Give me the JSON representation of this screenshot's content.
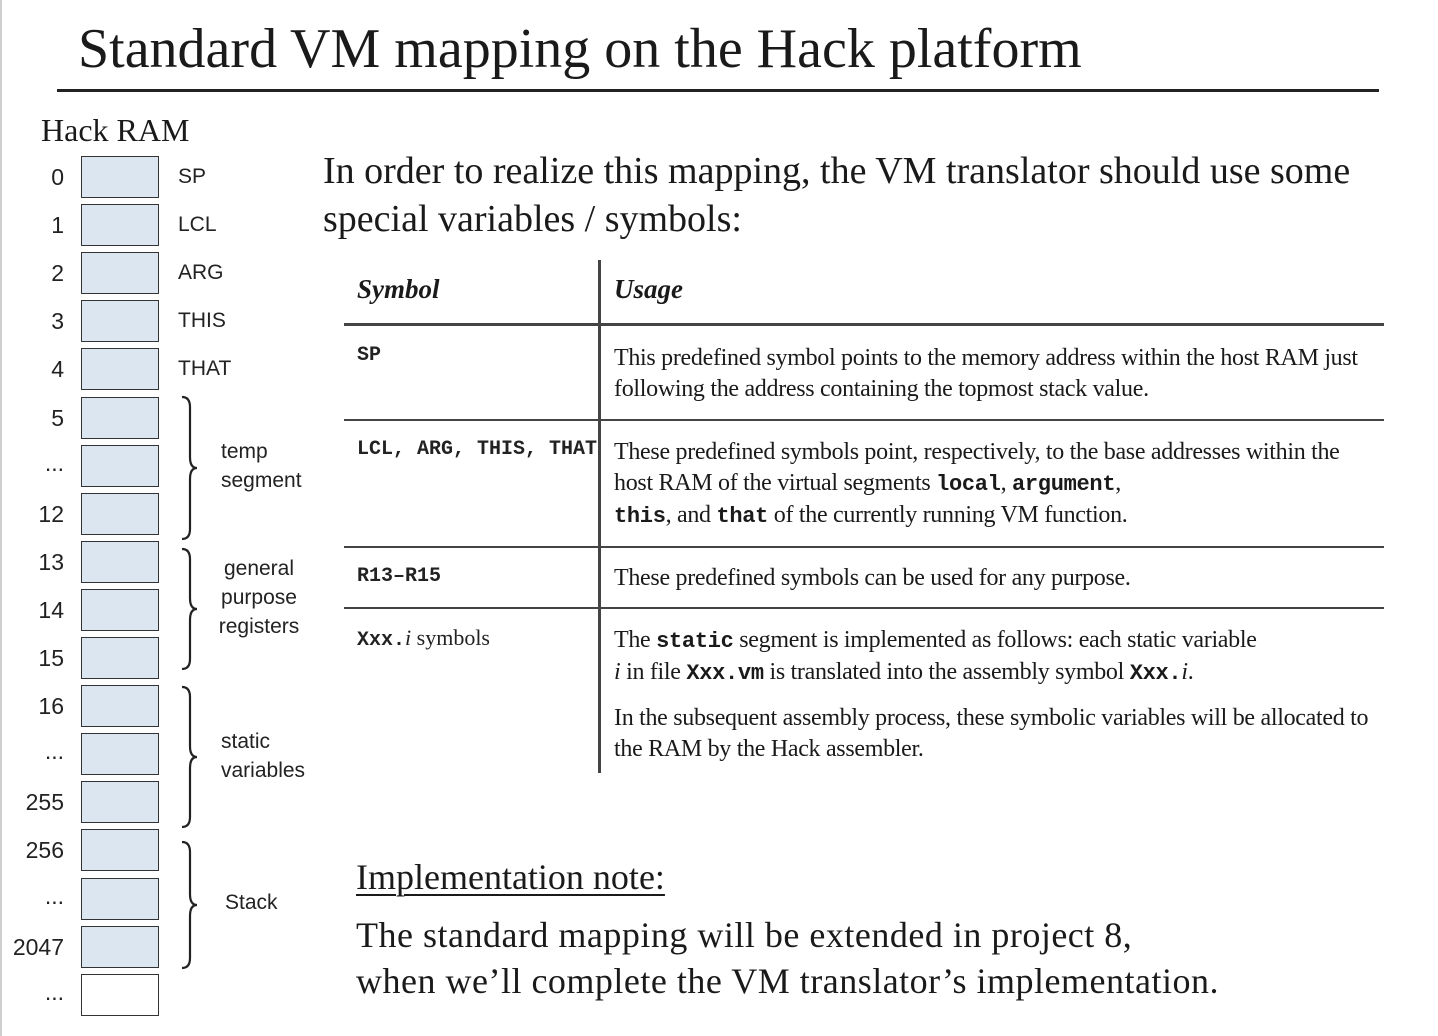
{
  "title": "Standard VM mapping on the Hack platform",
  "ram": {
    "heading": "Hack RAM",
    "addresses": [
      {
        "label": "0",
        "register": "SP"
      },
      {
        "label": "1",
        "register": "LCL"
      },
      {
        "label": "2",
        "register": "ARG"
      },
      {
        "label": "3",
        "register": "THIS"
      },
      {
        "label": "4",
        "register": "THAT"
      },
      {
        "label": "5",
        "register": ""
      },
      {
        "label": "...",
        "register": ""
      },
      {
        "label": "12",
        "register": ""
      },
      {
        "label": "13",
        "register": ""
      },
      {
        "label": "14",
        "register": ""
      },
      {
        "label": "15",
        "register": ""
      },
      {
        "label": "16",
        "register": ""
      },
      {
        "label": "...",
        "register": ""
      },
      {
        "label": "255",
        "register": ""
      },
      {
        "label": "256",
        "register": ""
      },
      {
        "label": "...",
        "register": ""
      },
      {
        "label": "2047",
        "register": ""
      },
      {
        "label": "...",
        "register": ""
      }
    ],
    "segments": [
      {
        "line1": "temp",
        "line2": "segment",
        "line3": ""
      },
      {
        "line1": "general",
        "line2": "purpose",
        "line3": "registers"
      },
      {
        "line1": "static",
        "line2": "variables",
        "line3": ""
      },
      {
        "line1": "Stack",
        "line2": "",
        "line3": ""
      }
    ],
    "colors": {
      "cell_fill": "#dce6f1",
      "empty_cell_fill": "#ffffff"
    }
  },
  "intro": "In order to realize this mapping, the VM translator should use some special variables / symbols:",
  "table": {
    "headers": {
      "symbol": "Symbol",
      "usage": "Usage"
    },
    "rows": [
      {
        "symbol": "SP",
        "usage": "This predefined symbol points to the memory address within the host RAM just following the address containing the topmost stack value."
      },
      {
        "symbol": "LCL, ARG, THIS, THAT",
        "usage_parts": {
          "a": "These predefined symbols point, respectively, to the base addresses within the host RAM of the virtual segments ",
          "local": "local",
          "comma1": ", ",
          "argument": "argument",
          "comma2": ",",
          "this": "this",
          "and": ", and ",
          "that": "that",
          "end": " of the currently running VM function."
        }
      },
      {
        "symbol": "R13–R15",
        "usage": "These predefined symbols can be used for any purpose."
      },
      {
        "symbol_parts": {
          "mono": "Xxx.",
          "italic": "i",
          "rest": " symbols"
        },
        "usage_parts": {
          "a": "The ",
          "static": "static",
          "b": " segment is implemented as follows: each static variable ",
          "i1": "i",
          "c": " in file ",
          "file": "Xxx.vm",
          "d": " is translated into the assembly symbol ",
          "sym": "Xxx.",
          "i2": "i",
          "e": "."
        },
        "usage2": "In the subsequent assembly process, these symbolic variables will be allocated to the RAM by the Hack assembler."
      }
    ]
  },
  "note": {
    "title": "Implementation note:",
    "line1": "The standard mapping will be extended in project 8,",
    "line2": "when we’ll complete the VM translator’s implementation."
  }
}
